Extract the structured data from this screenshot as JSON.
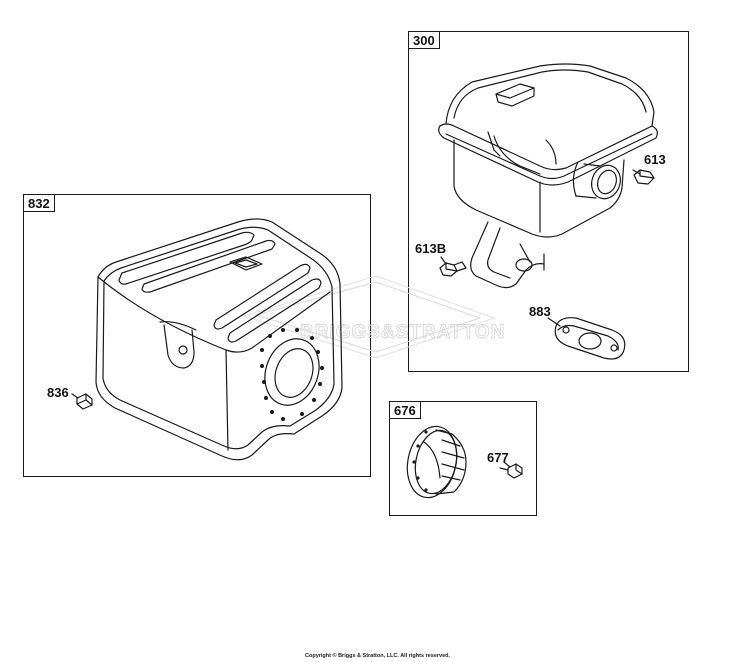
{
  "panels": {
    "p832": {
      "label": "832"
    },
    "p300": {
      "label": "300"
    },
    "p676": {
      "label": "676"
    }
  },
  "callouts": {
    "c836": "836",
    "c613": "613",
    "c613b": "613B",
    "c883": "883",
    "c677": "677"
  },
  "watermark": {
    "text": "BRIGGS&STRATTON"
  },
  "footer": {
    "copyright": "Copyright © Briggs & Stratton, LLC. All rights reserved."
  }
}
